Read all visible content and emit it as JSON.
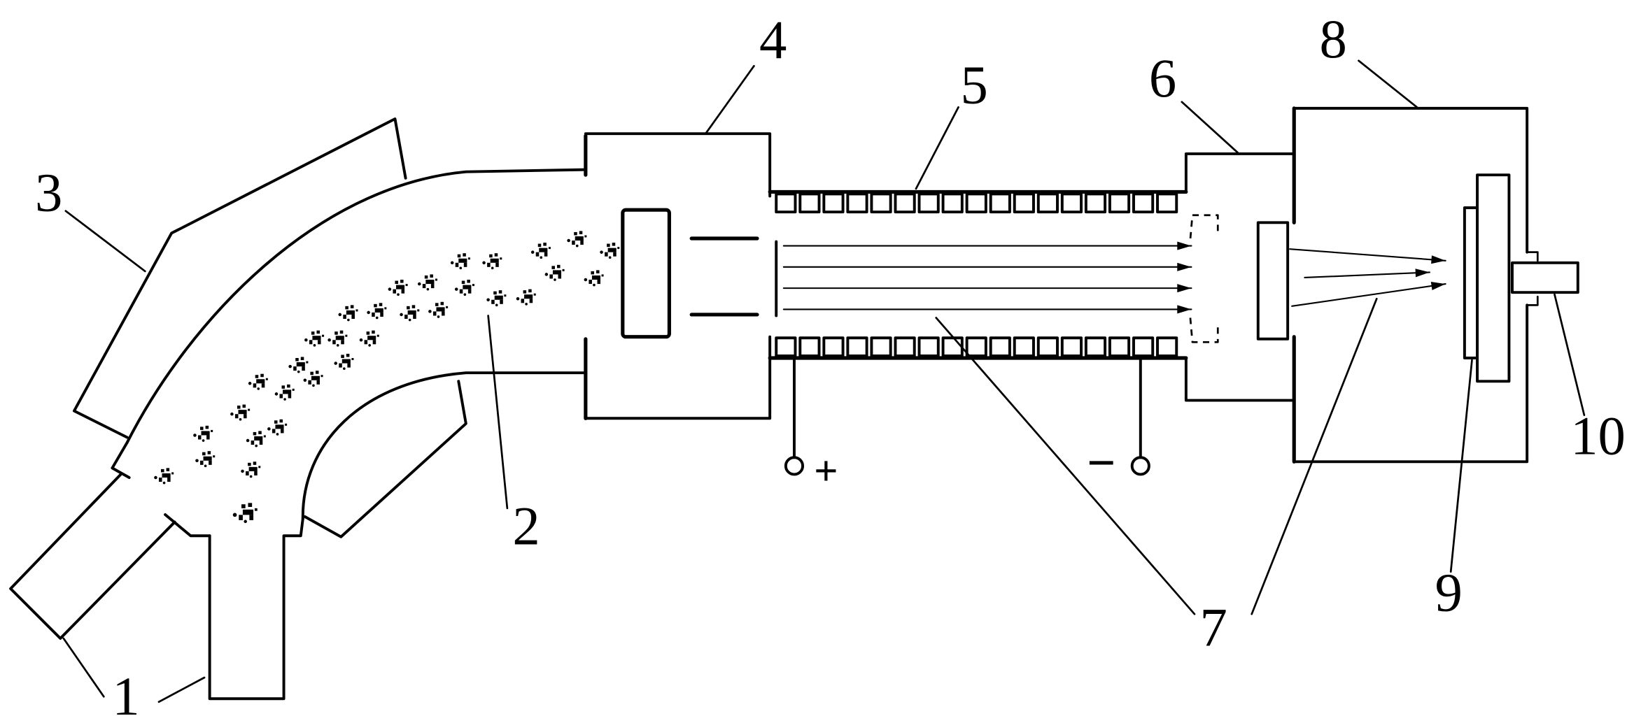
{
  "diagram": {
    "callouts": {
      "c1": "1",
      "c2": "2",
      "c3": "3",
      "c4": "4",
      "c5": "5",
      "c6": "6",
      "c7": "7",
      "c8": "8",
      "c9": "9",
      "c10": "10"
    },
    "terminals": {
      "positive": "+",
      "negative": "−"
    }
  },
  "colors": {
    "ink": "#000000",
    "paper": "#ffffff"
  }
}
